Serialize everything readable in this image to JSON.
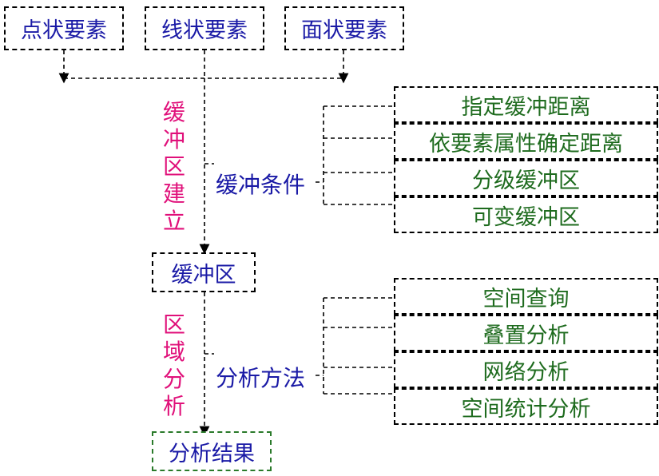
{
  "inputs": {
    "point": "点状要素",
    "line": "线状要素",
    "area": "面状要素"
  },
  "stage1": {
    "label_vertical": "缓\n冲\n区\n建\n立",
    "condition_label": "缓冲条件",
    "conditions": [
      "指定缓冲距离",
      "依要素属性确定距离",
      "分级缓冲区",
      "可变缓冲区"
    ]
  },
  "buffer_box": "缓冲区",
  "stage2": {
    "label_vertical": "区\n域\n分\n析",
    "method_label": "分析方法",
    "methods": [
      "空间查询",
      "叠置分析",
      "网络分析",
      "空间统计分析"
    ]
  },
  "result_box": "分析结果"
}
